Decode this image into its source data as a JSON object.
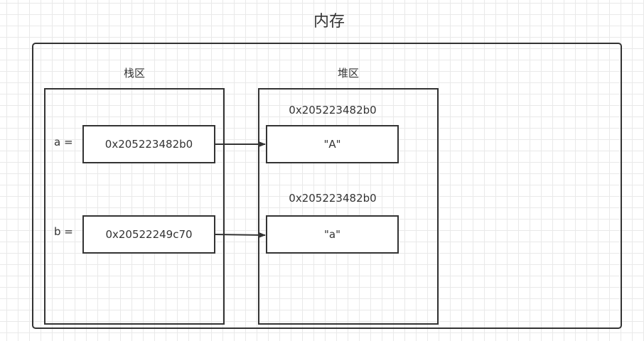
{
  "title": "内存",
  "stack": {
    "label": "栈区",
    "vars": [
      {
        "name": "a =",
        "address": "0x205223482b0"
      },
      {
        "name": "b =",
        "address": "0x20522249c70"
      }
    ]
  },
  "heap": {
    "label": "堆区",
    "objects": [
      {
        "address": "0x205223482b0",
        "value": "\"A\""
      },
      {
        "address": "0x205223482b0",
        "value": "\"a\""
      }
    ]
  },
  "colors": {
    "stroke": "#333333",
    "grid": "#e9e9e9",
    "background": "#ffffff"
  }
}
